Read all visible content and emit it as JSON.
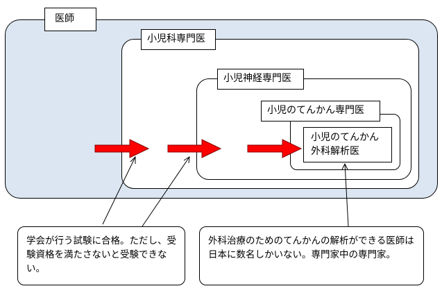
{
  "levels": {
    "physician": "医師",
    "pediatrician": "小児科専門医",
    "pediatric_neurologist": "小児神経専門医",
    "pediatric_epilepsy": "小児のてんかん専門医",
    "epilepsy_surgery": [
      "小児のてんかん",
      "外科解析医"
    ]
  },
  "callouts": {
    "exam_note": "学会が行う試験に合格。ただし、受験資格を満たさないと受験できない。",
    "surgery_note": "外科治療のためのてんかんの解析ができる医師は日本に数名しかいない。専門家中の専門家。"
  },
  "colors": {
    "outer_fill": "#dce6f2",
    "arrow_red": "#ff0000",
    "arrow_outline": "#800000"
  }
}
